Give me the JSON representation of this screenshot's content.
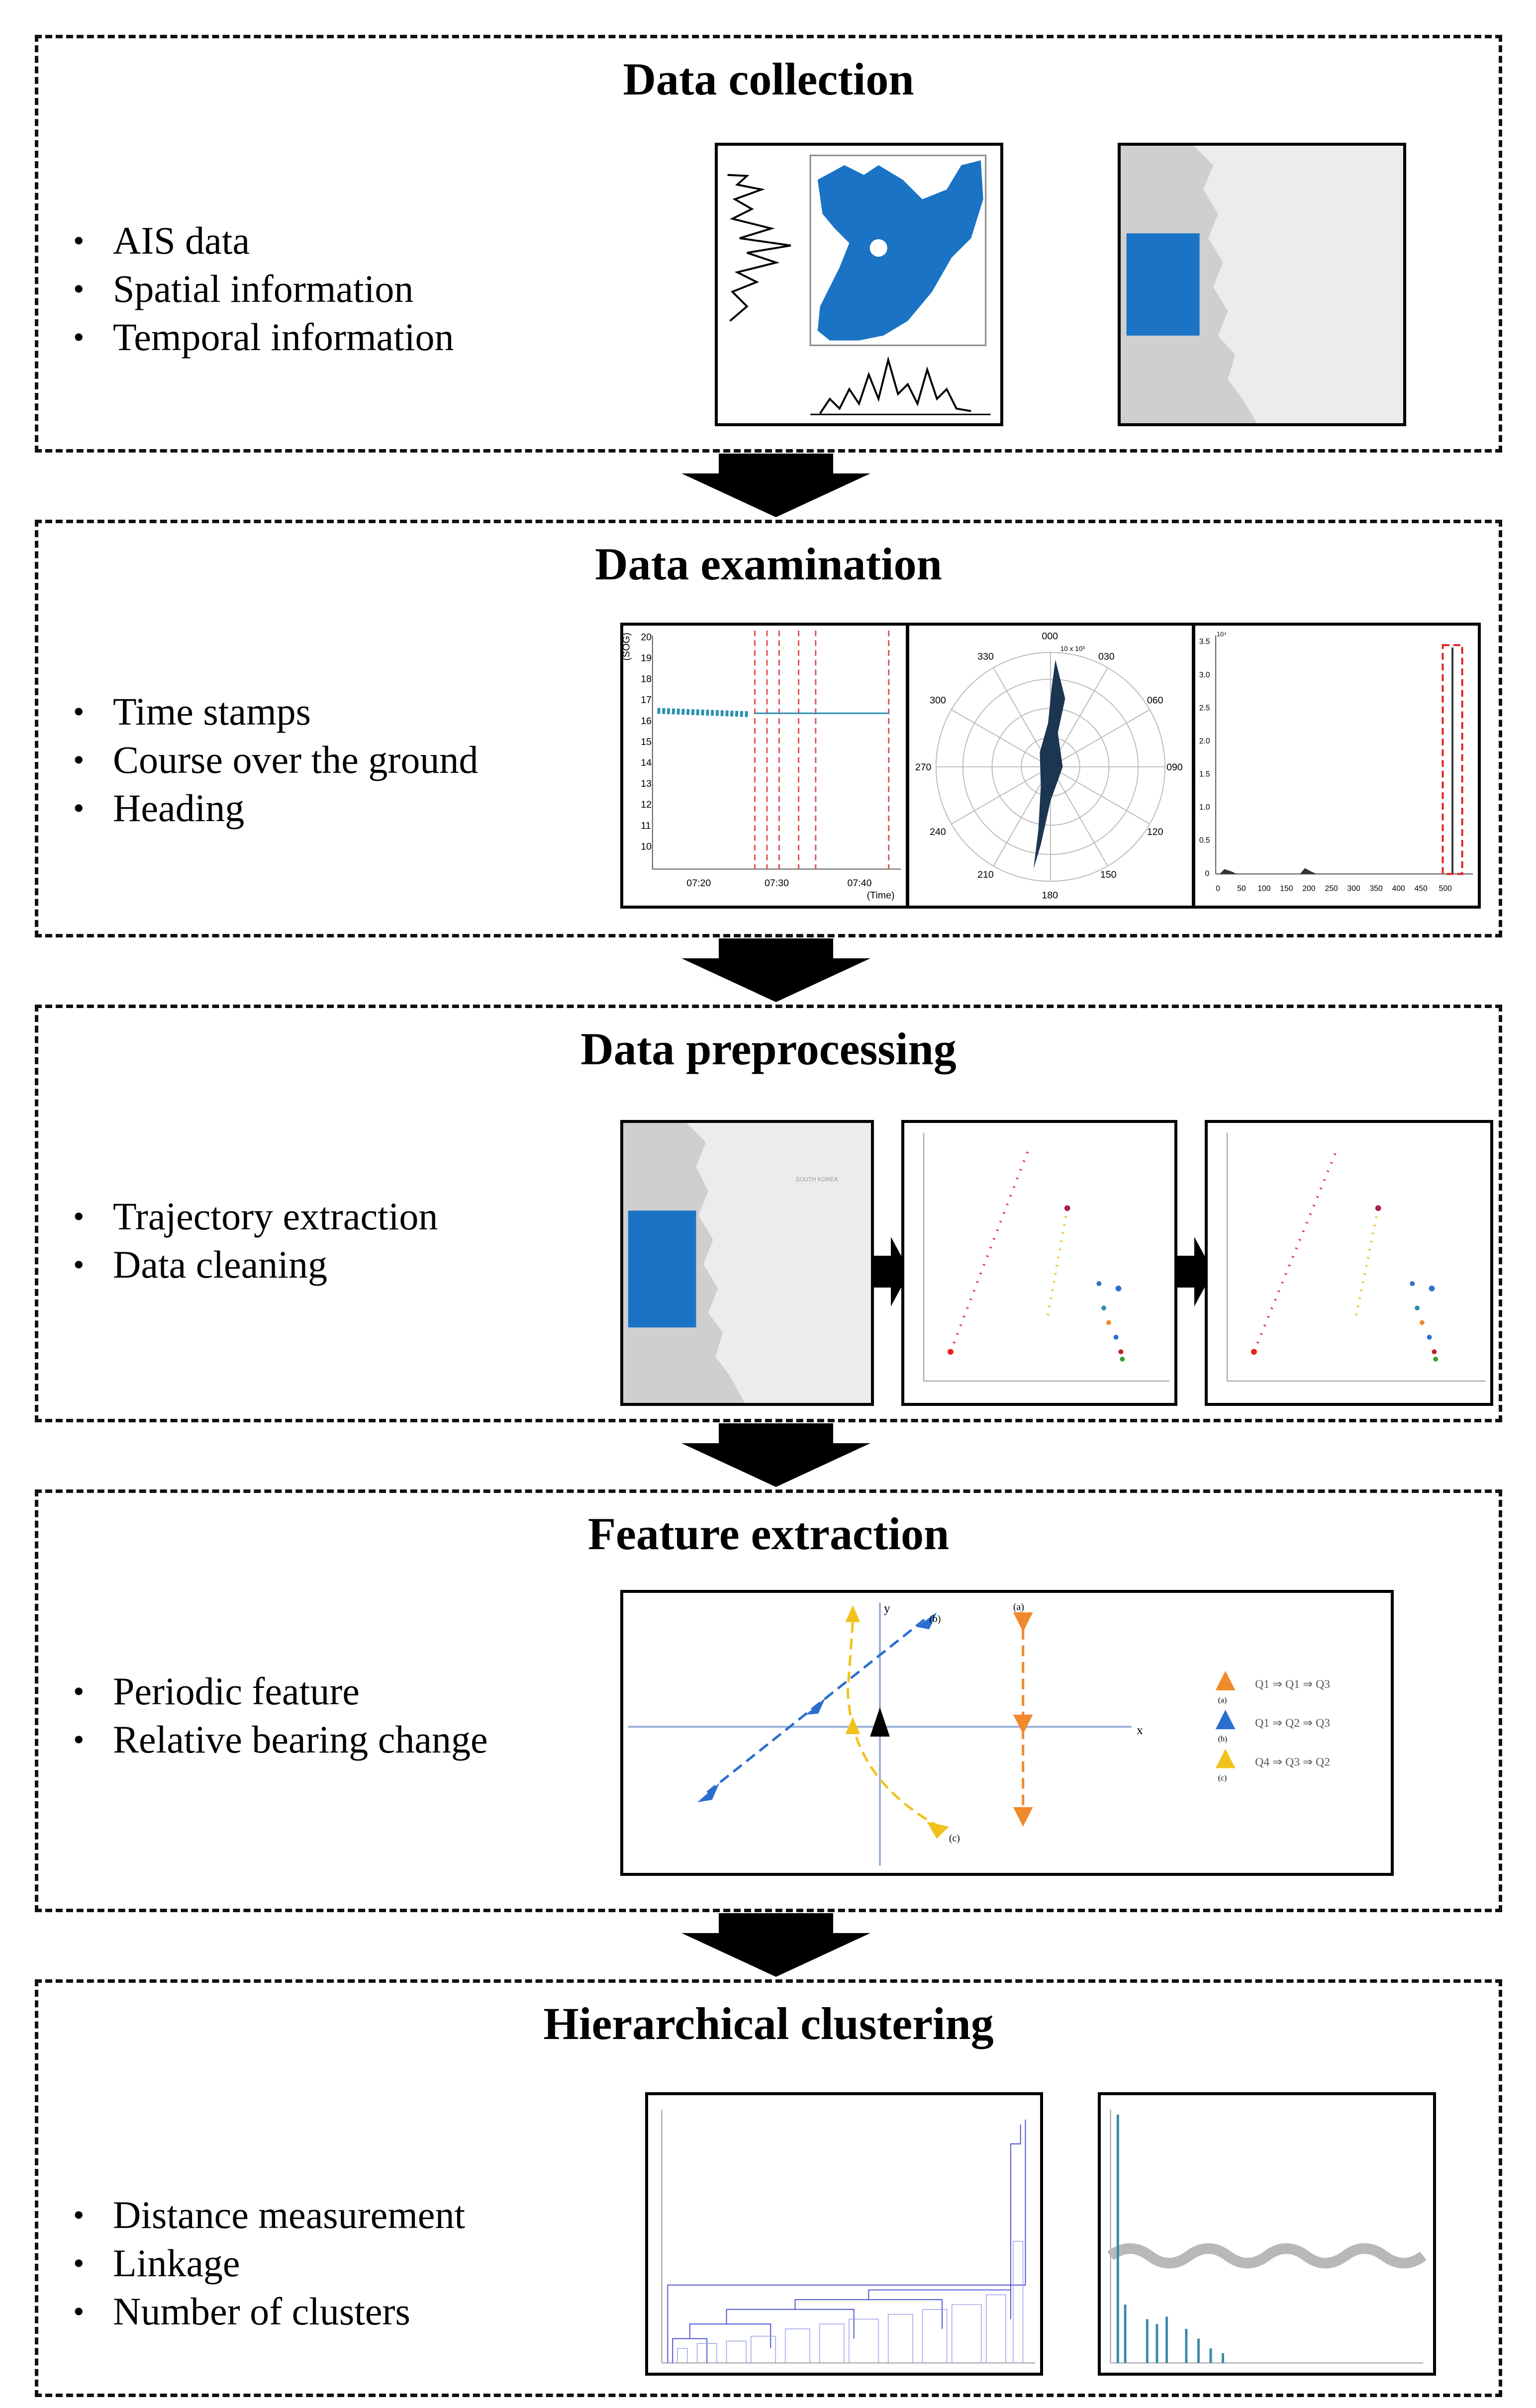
{
  "stages": [
    {
      "title": "Data collection",
      "items": [
        "AIS data",
        "Spatial information",
        "Temporal information"
      ]
    },
    {
      "title": "Data examination",
      "items": [
        "Time stamps",
        "Course over the ground",
        "Heading"
      ]
    },
    {
      "title": "Data preprocessing",
      "items": [
        "Trajectory extraction",
        "Data cleaning"
      ]
    },
    {
      "title": "Feature extraction",
      "items": [
        "Periodic feature",
        "Relative bearing change"
      ]
    },
    {
      "title": "Hierarchical clustering",
      "items": [
        "Distance measurement",
        "Linkage",
        "Number of clusters"
      ]
    }
  ],
  "figures": {
    "sog_plot": {
      "ylabel": "(SOG)",
      "xlabel": "(Time)",
      "y_ticks": [
        "20",
        "19",
        "18",
        "17",
        "16",
        "15",
        "14",
        "13",
        "12",
        "11",
        "10"
      ],
      "x_ticks": [
        "07:20",
        "07:30",
        "07:40"
      ]
    },
    "polar_plot": {
      "angles": [
        "000",
        "030",
        "060",
        "090",
        "120",
        "150",
        "180",
        "210",
        "240",
        "270",
        "300",
        "330"
      ],
      "scale": "10 x 10³"
    },
    "histogram": {
      "exponent": "10⁴",
      "y_ticks": [
        "3.5",
        "3.0",
        "2.5",
        "2.0",
        "1.5",
        "1.0",
        "0.5",
        "0"
      ],
      "x_ticks": [
        "0",
        "50",
        "100",
        "150",
        "200",
        "250",
        "300",
        "350",
        "400",
        "450",
        "500"
      ]
    },
    "map_label": "SOUTH KOREA",
    "quadrant_plot": {
      "axis_x": "x",
      "axis_y": "y",
      "labels": [
        "(a)",
        "(b)",
        "(c)"
      ],
      "legend": [
        {
          "marker": "(a)",
          "text": "Q1 ⇒ Q1 ⇒ Q3",
          "color": "#f08a2c"
        },
        {
          "marker": "(b)",
          "text": "Q1 ⇒ Q2 ⇒ Q3",
          "color": "#2a6fd0"
        },
        {
          "marker": "(c)",
          "text": "Q4 ⇒ Q3 ⇒ Q2",
          "color": "#f2c21c"
        }
      ]
    }
  }
}
